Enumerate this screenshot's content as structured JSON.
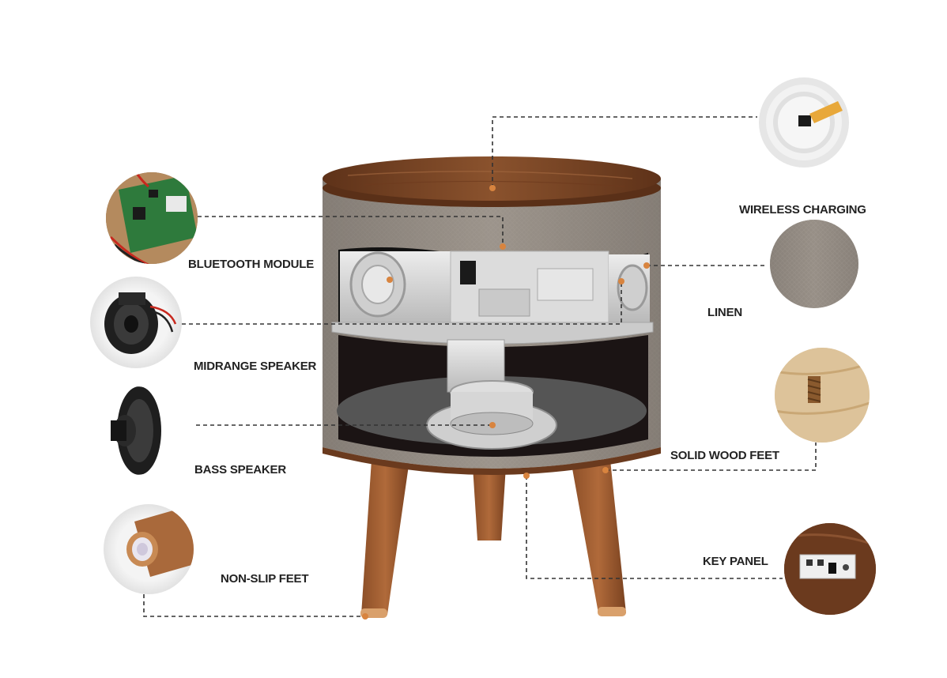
{
  "labels": {
    "bluetooth_module": "BLUETOOTH MODULE",
    "midrange_speaker": "MIDRANGE SPEAKER",
    "bass_speaker": "BASS SPEAKER",
    "non_slip_feet": "NON-SLIP FEET",
    "wireless_charging": "WIRELESS CHARGING",
    "linen": "LINEN",
    "solid_wood_feet": "SOLID WOOD FEET",
    "key_panel": "KEY PANEL"
  },
  "colors": {
    "wood": "#7a4526",
    "linen": "#8f877f",
    "interior": "#d8d8d8",
    "leader_line": "#333333",
    "marker_dot": "#d8843f"
  }
}
